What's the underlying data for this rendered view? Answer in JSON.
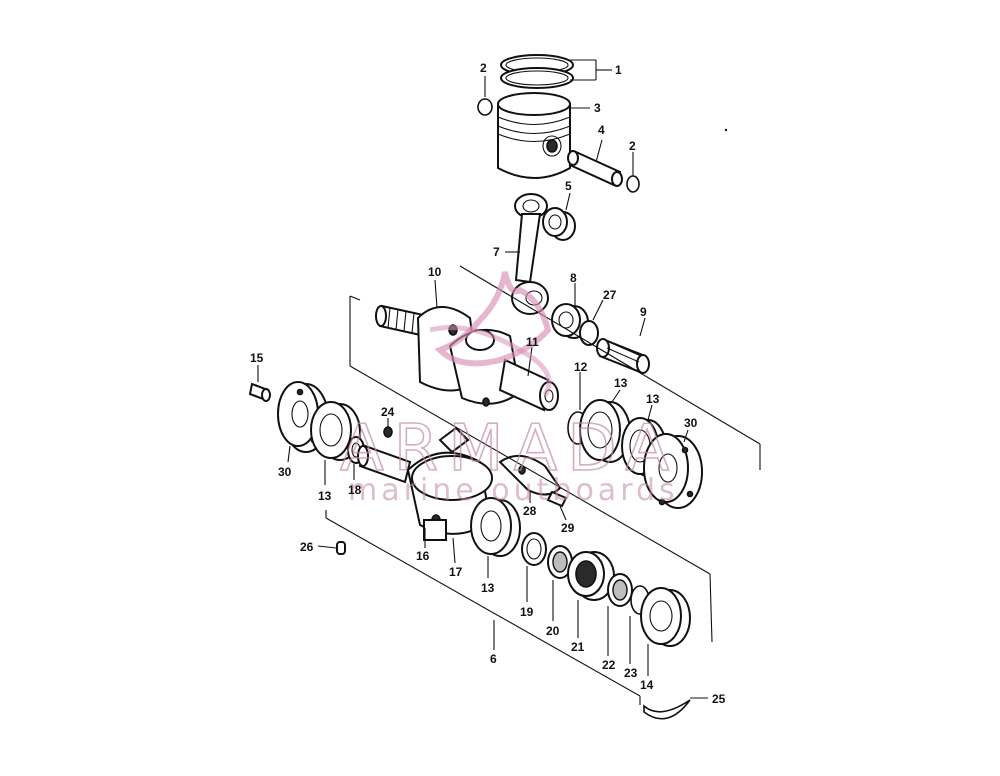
{
  "watermark": {
    "brand": "ARMADA",
    "tagline": "marine outboards",
    "logo_icon": "anchor-swirl-icon",
    "color": "#d78fb3"
  },
  "callouts": {
    "c1": "1",
    "c2a": "2",
    "c2b": "2",
    "c3": "3",
    "c4": "4",
    "c5": "5",
    "c6": "6",
    "c7": "7",
    "c8": "8",
    "c9": "9",
    "c10": "10",
    "c11": "11",
    "c12": "12",
    "c13a": "13",
    "c13b": "13",
    "c13c": "13",
    "c13d": "13",
    "c14": "14",
    "c15": "15",
    "c16": "16",
    "c17": "17",
    "c18": "18",
    "c19": "19",
    "c20": "20",
    "c21": "21",
    "c22": "22",
    "c23": "23",
    "c24": "24",
    "c25": "25",
    "c26": "26",
    "c27": "27",
    "c28": "28",
    "c29": "29",
    "c30a": "30",
    "c30b": "30"
  }
}
